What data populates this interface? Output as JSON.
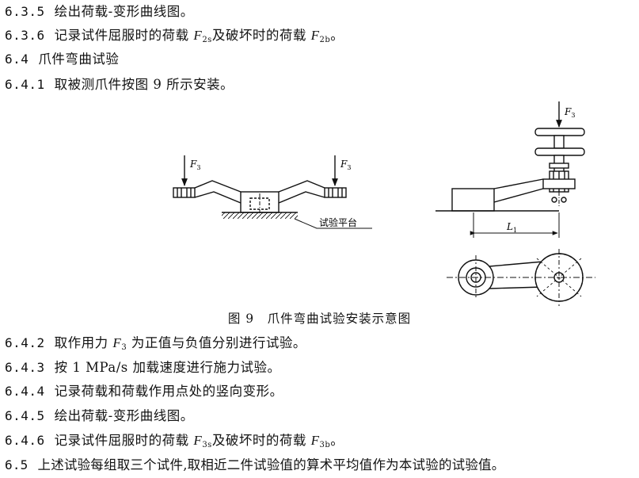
{
  "lines": [
    {
      "num": "6.3.5",
      "text": "绘出荷载-变形曲线图。"
    },
    {
      "num": "6.3.6",
      "pre": "记录试件屈服时的荷载 ",
      "v1": "F",
      "s1": "2s",
      "mid": "及破坏时的荷载 ",
      "v2": "F",
      "s2": "2b",
      "post": "。"
    },
    {
      "num": "6.4",
      "text": "爪件弯曲试验"
    },
    {
      "num": "6.4.1",
      "text": "取被测爪件按图 9 所示安装。"
    },
    {
      "num": "6.4.2",
      "pre": "取作用力 ",
      "v1": "F",
      "s1": "3",
      "post": " 为正值与负值分别进行试验。"
    },
    {
      "num": "6.4.3",
      "text": "按 1 MPa/s 加载速度进行施力试验。"
    },
    {
      "num": "6.4.4",
      "text": "记录荷载和荷载作用点处的竖向变形。"
    },
    {
      "num": "6.4.5",
      "text": "绘出荷载-变形曲线图。"
    },
    {
      "num": "6.4.6",
      "pre": "记录试件屈服时的荷载 ",
      "v1": "F",
      "s1": "3s",
      "mid": "及破坏时的荷载 ",
      "v2": "F",
      "s2": "3b",
      "post": "。"
    },
    {
      "num": "6.5",
      "text": "上述试验每组取三个试件,取相近二件试验值的算术平均值作为本试验的试验值。"
    }
  ],
  "figure": {
    "caption": "图 9　爪件弯曲试验安装示意图",
    "force_var": "F",
    "force_sub": "3",
    "platform_label": "试验平台",
    "length_var": "L",
    "length_sub": "1"
  }
}
